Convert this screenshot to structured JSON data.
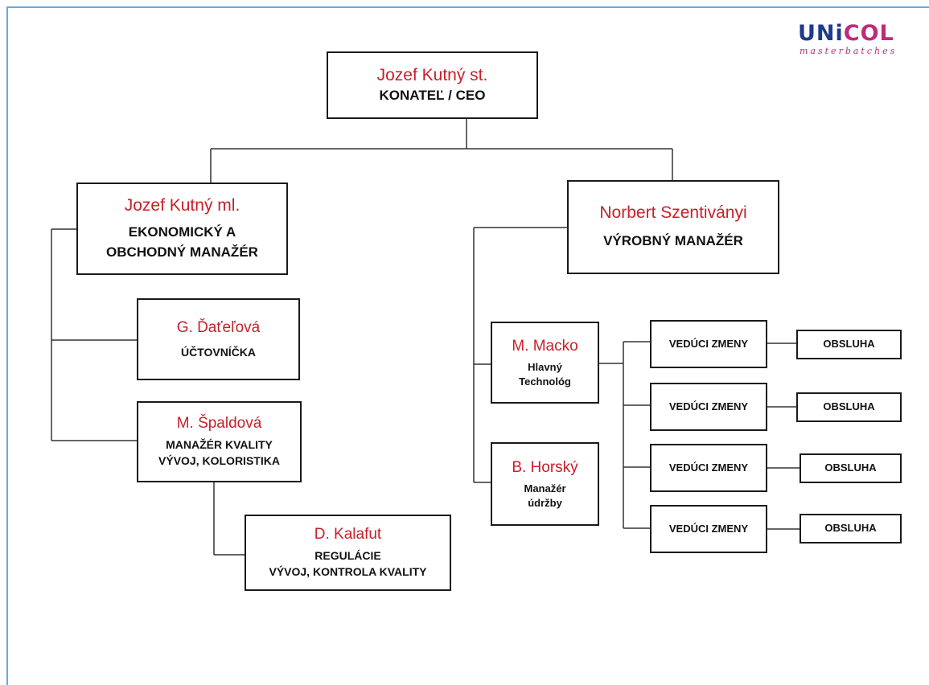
{
  "logo": {
    "brand_main": "UNi",
    "brand_accent": "COL",
    "tagline": "masterbatches"
  },
  "nodes": {
    "ceo": {
      "name": "Jozef Kutný st.",
      "role": "KONATEĽ / CEO"
    },
    "economic_manager": {
      "name": "Jozef Kutný ml.",
      "role_line1": "EKONOMICKÝ A",
      "role_line2": "OBCHODNÝ MANAŽÉR"
    },
    "production_manager": {
      "name": "Norbert Szentiványi",
      "role": "VÝROBNÝ MANAŽÉR"
    },
    "accountant": {
      "name": "G. Ďaťeľová",
      "role": "ÚČTOVNÍČKA"
    },
    "quality_manager": {
      "name": "M. Špaldová",
      "role_line1": "MANAŽÉR KVALITY",
      "role_line2": "VÝVOJ, KOLORISTIKA"
    },
    "regulation": {
      "name": "D. Kalafut",
      "role_line1": "REGULÁCIE",
      "role_line2": "VÝVOJ, KONTROLA KVALITY"
    },
    "chief_technologist": {
      "name": "M. Macko",
      "role_line1": "Hlavný",
      "role_line2": "Technológ"
    },
    "maintenance_manager": {
      "name": "B. Horský",
      "role_line1": "Manažér",
      "role_line2": "údržby"
    },
    "shift_leads": [
      "VEDÚCI ZMENY",
      "VEDÚCI ZMENY",
      "VEDÚCI ZMENY",
      "VEDÚCI ZMENY"
    ],
    "operators": [
      "OBSLUHA",
      "OBSLUHA",
      "OBSLUHA",
      "OBSLUHA"
    ]
  }
}
